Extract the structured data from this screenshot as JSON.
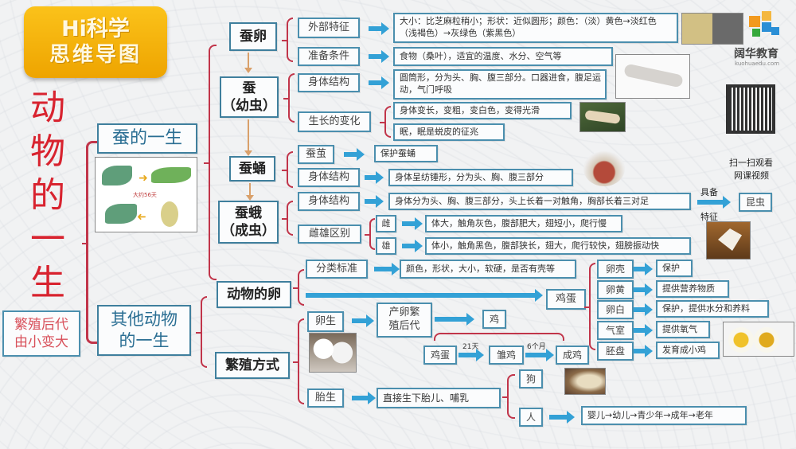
{
  "badge": {
    "line1": "Hi科学",
    "line2": "思维导图",
    "color": "#f5b301"
  },
  "main_title": [
    "动",
    "物",
    "的",
    "一",
    "生"
  ],
  "summary": {
    "line1": "繁殖后代",
    "line2": "由小变大"
  },
  "brand": {
    "name": "阔华教育",
    "url": "kuohuaedu.com"
  },
  "qr": {
    "line1": "扫一扫观看",
    "line2": "网课视频"
  },
  "silkworm": {
    "title": "蚕的一生",
    "cycle_caption": "大约56天",
    "stages": [
      {
        "name": "蚕卵",
        "items": [
          {
            "label": "外部特征",
            "detail": "大小：比芝麻粒稍小；形状：近似圆形；颜色：（淡）黄色→淡红色（浅褐色）→灰绿色（紫黑色）"
          },
          {
            "label": "准备条件",
            "detail": "食物（桑叶），适宜的温度、水分、空气等"
          }
        ]
      },
      {
        "name": "蚕\n（幼虫）",
        "name_line1": "蚕",
        "name_line2": "（幼虫）",
        "items": [
          {
            "label": "身体结构",
            "detail": "圆筒形，分为头、胸、腹三部分。口器进食，腹足运动，气门呼吸"
          },
          {
            "label": "生长的变化",
            "details": [
              "身体变长，变粗，变白色，变得光滑",
              "眠，眠是蜕皮的征兆"
            ]
          }
        ]
      },
      {
        "name": "蚕蛹",
        "items": [
          {
            "label": "蚕茧",
            "detail": "保护蚕蛹"
          },
          {
            "label": "身体结构",
            "detail": "身体呈纺锤形，分为头、胸、腹三部分"
          }
        ]
      },
      {
        "name_line1": "蚕蛾",
        "name_line2": "（成虫）",
        "items": [
          {
            "label": "身体结构",
            "detail": "身体分为头、胸、腹三部分，头上长着一对触角，胸部长着三对足"
          },
          {
            "label": "雌雄区别",
            "sub": [
              {
                "label": "雌",
                "detail": "体大，触角灰色，腹部肥大，翅短小，爬行慢"
              },
              {
                "label": "雄",
                "detail": "体小，触角黑色，腹部狭长，翅大，爬行较快，翅膀振动快"
              }
            ]
          }
        ],
        "feature_arrow_top": "具备",
        "feature_arrow_bottom": "特征",
        "feature_target": "昆虫"
      }
    ]
  },
  "others": {
    "title_line1": "其他动物",
    "title_line2": "的一生",
    "eggs": {
      "name": "动物的卵",
      "classification_label": "分类标准",
      "classification_detail": "颜色，形状，大小，软硬，是否有壳等",
      "example": "鸡蛋",
      "parts": [
        {
          "label": "卵壳",
          "detail": "保护"
        },
        {
          "label": "卵黄",
          "detail": "提供营养物质"
        },
        {
          "label": "卵白",
          "detail": "保护，提供水分和养料"
        },
        {
          "label": "气室",
          "detail": "提供氧气"
        },
        {
          "label": "胚盘",
          "detail": "发育成小鸡"
        }
      ]
    },
    "reproduction": {
      "name": "繁殖方式",
      "oviparous": {
        "label": "卵生",
        "detail_line1": "产卵繁",
        "detail_line2": "殖后代",
        "result": "鸡",
        "cycle": [
          {
            "label": "鸡蛋"
          },
          {
            "label": "雏鸡",
            "arrow_text": "21天"
          },
          {
            "label": "成鸡",
            "arrow_text": "6个月"
          }
        ]
      },
      "viviparous": {
        "label": "胎生",
        "detail": "直接生下胎儿、哺乳",
        "examples": [
          {
            "label": "狗"
          },
          {
            "label": "人",
            "detail": "婴儿→幼儿→青少年→成年→老年"
          }
        ]
      }
    }
  },
  "colors": {
    "box_border": "#4b8fae",
    "arrow": "#33a1d6",
    "brace": "#c1354a",
    "title_red": "#d8232f",
    "stage_arrow": "#d9a06a"
  }
}
